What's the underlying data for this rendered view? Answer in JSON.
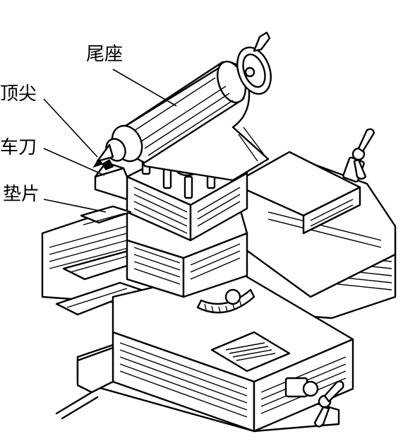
{
  "labels": {
    "tailstock": "尾座",
    "center": "顶尖",
    "turning_tool": "车刀",
    "shim": "垫片"
  },
  "colors": {
    "line": "#000000",
    "background": "#ffffff"
  }
}
